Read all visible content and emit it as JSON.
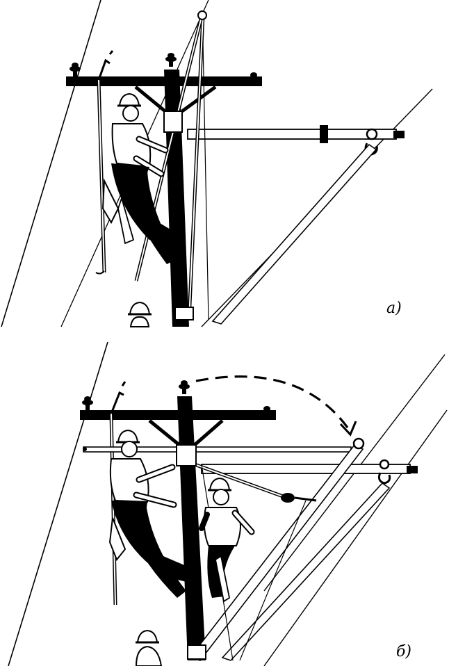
{
  "panels": [
    {
      "id": "a",
      "label": "а)"
    },
    {
      "id": "b",
      "label": "б)"
    }
  ],
  "colors": {
    "ink": "#000000",
    "paper": "#ffffff"
  }
}
